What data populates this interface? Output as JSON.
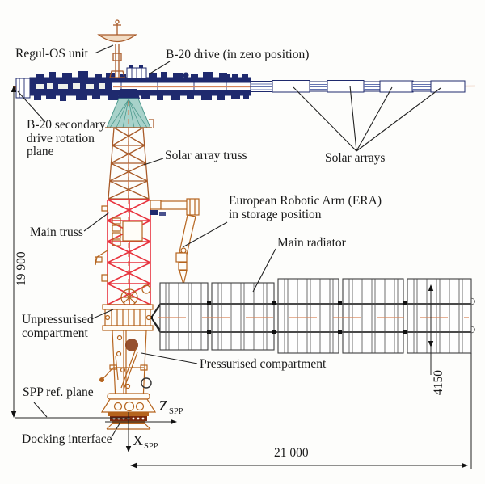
{
  "figure": {
    "title": "SPP spacecraft side-view technical diagram",
    "labels": {
      "regul_os": "Regul-OS unit",
      "b20_drive": "B-20 drive (in zero position)",
      "b20_secondary_1": "B-20 secondary",
      "b20_secondary_2": "drive rotation",
      "b20_secondary_3": "plane",
      "solar_array_truss": "Solar array truss",
      "solar_arrays": "Solar arrays",
      "main_truss": "Main truss",
      "era_1": "European Robotic Arm (ERA)",
      "era_2": "in storage position",
      "main_radiator": "Main radiator",
      "unpressurised_1": "Unpressurised",
      "unpressurised_2": "compartment",
      "pressurised": "Pressurised compartment",
      "spp_ref_plane": "SPP ref. plane",
      "docking_interface": "Docking interface"
    },
    "dimensions": {
      "overall_height": "19 900",
      "radiator_height": "4150",
      "overall_span": "21 000"
    },
    "axes": {
      "z_main": "Z",
      "z_sub": "SPP",
      "x_main": "X",
      "x_sub": "SPP"
    },
    "colors": {
      "ink": "#1a1a1a",
      "navy": "#1f2a6e",
      "navy_light": "#6474b0",
      "orange": "#b5641e",
      "orange_line": "#d6845a",
      "red": "#e8333e",
      "brown": "#a85a28",
      "teal": "#a8d2ca",
      "teal_dark": "#4f9a8e",
      "radiator": "#3f3f3f",
      "maroon": "#7c2a0e",
      "cream": "#f2dcc4"
    }
  }
}
